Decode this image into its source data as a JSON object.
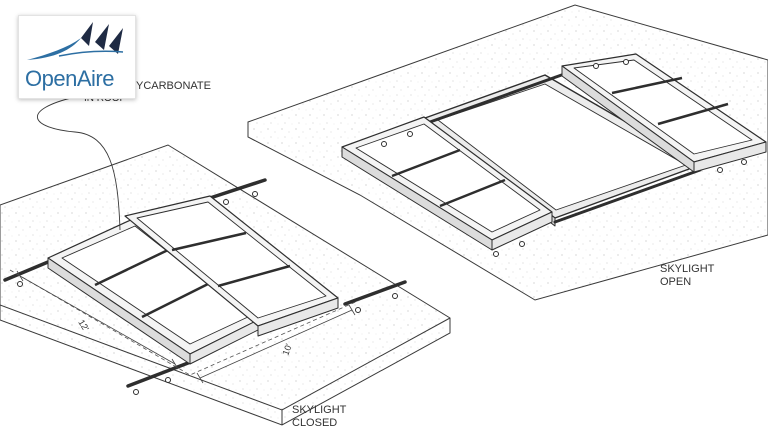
{
  "logo": {
    "wordmark": "OpenAire",
    "accent_color": "#2d6fa3",
    "dark_color": "#1f2b44",
    "icon": "sail-swoosh-icon"
  },
  "callout": {
    "line1": "YCARBONATE",
    "line2": "IN  ROOF"
  },
  "dimensions": {
    "width_label": "12'",
    "length_label": "10'"
  },
  "captions": {
    "closed_line1": "SKYLIGHT",
    "closed_line2": "CLOSED",
    "open_line1": "SKYLIGHT",
    "open_line2": "OPEN"
  },
  "colors": {
    "line": "#3a3a3a",
    "slab_fill": "#ffffff",
    "frame_fill": "#f4f4f4",
    "opening_fill": "#ececec"
  }
}
